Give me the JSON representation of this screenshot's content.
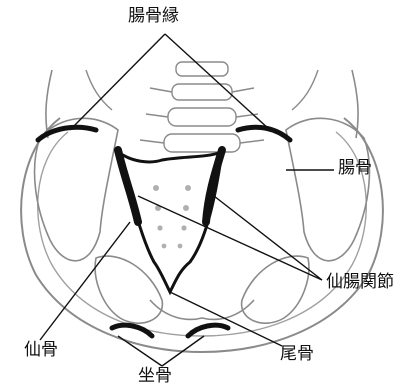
{
  "diagram": {
    "labels": {
      "iliac_crest": "腸骨縁",
      "ilium": "腸骨",
      "sacroiliac_joint": "仙腸関節",
      "sacrum": "仙骨",
      "coccyx": "尾骨",
      "ischium": "坐骨"
    },
    "colors": {
      "outline": "#8a8a8a",
      "bone_edge": "#111111",
      "leader": "#111111",
      "background": "#ffffff"
    }
  }
}
